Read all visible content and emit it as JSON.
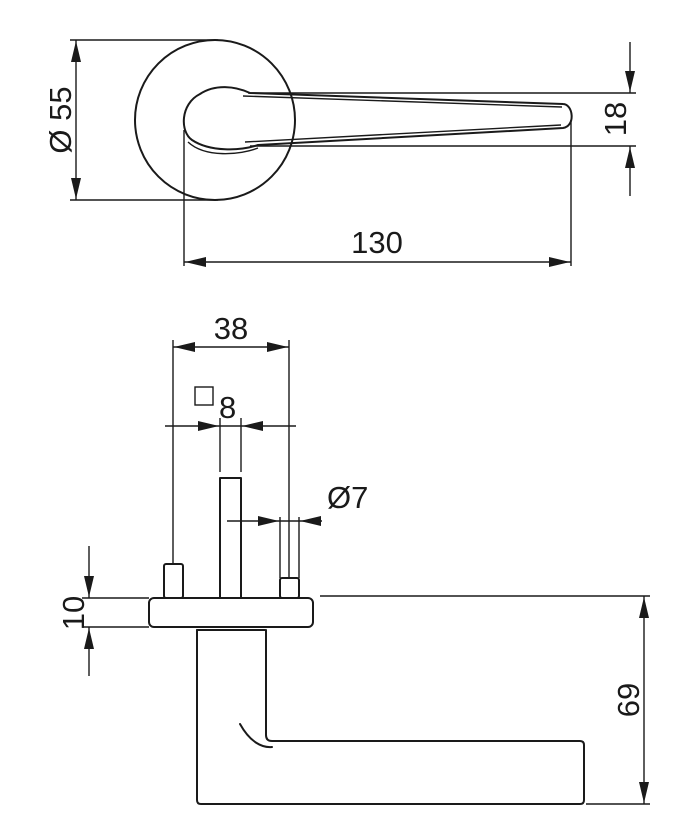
{
  "dimensions": {
    "rosette_diameter": "Ø 55",
    "lever_height": "18",
    "lever_length": "130",
    "spindle_spacing": "38",
    "spindle_square": "8",
    "screw_diameter": "Ø7",
    "rosette_thickness": "10",
    "lever_projection": "69"
  },
  "symbols": {
    "square_symbol": "square-spindle-icon"
  }
}
